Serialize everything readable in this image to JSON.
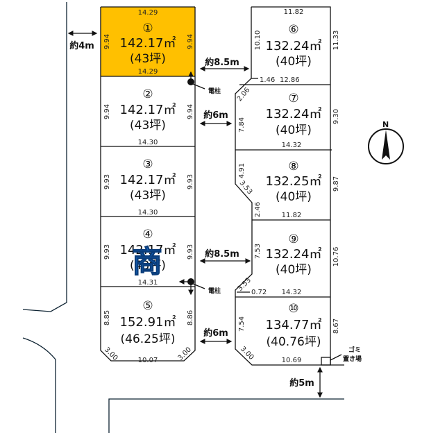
{
  "lots": [
    {
      "no": "①",
      "area": "142.17㎡",
      "tsubo": "(43坪)",
      "dims": [
        "14.29",
        "14.29",
        "9.94",
        "9.94"
      ]
    },
    {
      "no": "②",
      "area": "142.17㎡",
      "tsubo": "(43坪)",
      "dims": [
        "14.30",
        "9.94",
        "9.94"
      ]
    },
    {
      "no": "③",
      "area": "142.17㎡",
      "tsubo": "(43坪)",
      "dims": [
        "14.30",
        "9.93",
        "9.93"
      ]
    },
    {
      "no": "④",
      "area": "142.17㎡",
      "tsubo": "(43坪)",
      "dims": [
        "14.31",
        "9.93",
        "9.93"
      ]
    },
    {
      "no": "⑤",
      "area": "152.91㎡",
      "tsubo": "(46.25坪)",
      "dims": [
        "8.85",
        "8.86",
        "10.07",
        "3.00",
        "3.00"
      ]
    },
    {
      "no": "⑥",
      "area": "132.24㎡",
      "tsubo": "(40坪)",
      "dims": [
        "11.82",
        "10.10",
        "11.33",
        "1.46",
        "12.86"
      ]
    },
    {
      "no": "⑦",
      "area": "132.24㎡",
      "tsubo": "(40坪)",
      "dims": [
        "2.06",
        "7.84",
        "9.30",
        "14.32"
      ]
    },
    {
      "no": "⑧",
      "area": "132.25㎡",
      "tsubo": "(40坪)",
      "dims": [
        "4.91",
        "3.53",
        "2.46",
        "11.82",
        "9.87"
      ]
    },
    {
      "no": "⑨",
      "area": "132.24㎡",
      "tsubo": "(40坪)",
      "dims": [
        "7.53",
        "10.76",
        "3.53",
        "0.72",
        "14.32"
      ]
    },
    {
      "no": "⑩",
      "area": "134.77㎡",
      "tsubo": "(40.76坪)",
      "dims": [
        "7.54",
        "8.67",
        "3.00",
        "10.69"
      ]
    }
  ],
  "roads": {
    "left": "約4m",
    "upper_wide": "約8.5m",
    "upper_narrow": "約6m",
    "lower_wide": "約8.5m",
    "lower_narrow": "約6m",
    "bottom": "約5m"
  },
  "labels": {
    "pole": "電柱",
    "garbage_1": "ゴミ",
    "garbage_2": "置き場",
    "north": "N",
    "stamp": "商"
  },
  "colors": {
    "highlight": "#FFC000",
    "stamp": "#1565C0"
  }
}
